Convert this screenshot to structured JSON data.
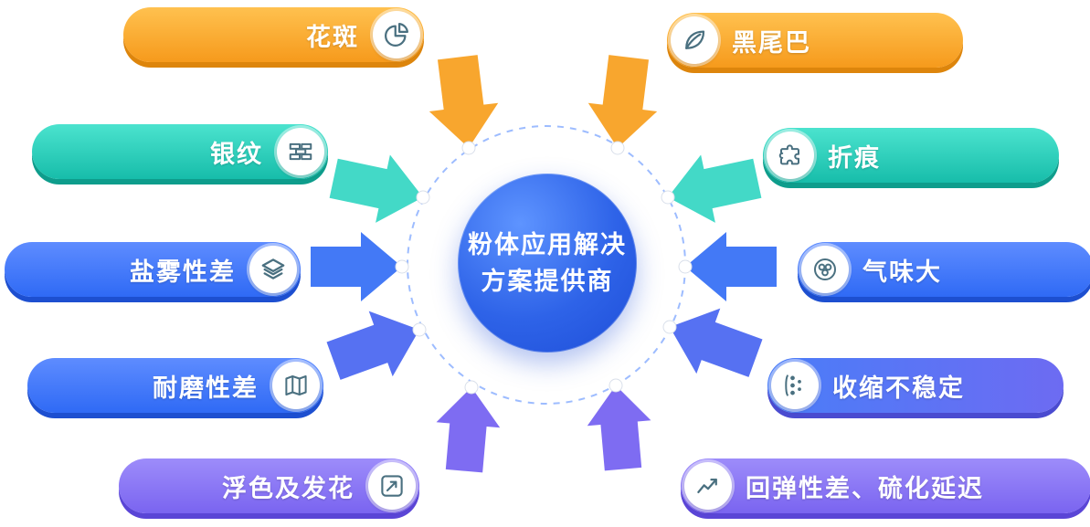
{
  "center": {
    "line1": "粉体应用解决",
    "line2": "方案提供商"
  },
  "nodes": [
    {
      "label": "花斑",
      "icon": "pie-chart-icon",
      "color": "#F7A21F",
      "side": "left"
    },
    {
      "label": "黑尾巴",
      "icon": "leaf-icon",
      "color": "#F7A21F",
      "side": "right"
    },
    {
      "label": "银纹",
      "icon": "bricks-icon",
      "color": "#1FC7B4",
      "side": "left"
    },
    {
      "label": "折痕",
      "icon": "puzzle-icon",
      "color": "#1FC7B4",
      "side": "right"
    },
    {
      "label": "盐雾性差",
      "icon": "layers-icon",
      "color": "#3B76F6",
      "side": "left"
    },
    {
      "label": "气味大",
      "icon": "bubbles-icon",
      "color": "#3B76F6",
      "side": "right"
    },
    {
      "label": "耐磨性差",
      "icon": "map-icon",
      "color": "#4E74F4",
      "side": "left"
    },
    {
      "label": "收缩不稳定",
      "icon": "dots-icon",
      "color": "#5A6CF0",
      "side": "right"
    },
    {
      "label": "浮色及发花",
      "icon": "trend-arrow-icon",
      "color": "#8473F3",
      "side": "left"
    },
    {
      "label": "回弹性差、硫化延迟",
      "icon": "line-chart-icon",
      "color": "#8473F3",
      "side": "right"
    }
  ],
  "palette": {
    "orange": "#F7A21F",
    "teal": "#1FC7B4",
    "blue": "#3B76F6",
    "indigo": "#5A6CF0",
    "purple": "#8473F3",
    "center_blue": "#2E63E8",
    "orbit_dash": "#9DBCFF"
  }
}
